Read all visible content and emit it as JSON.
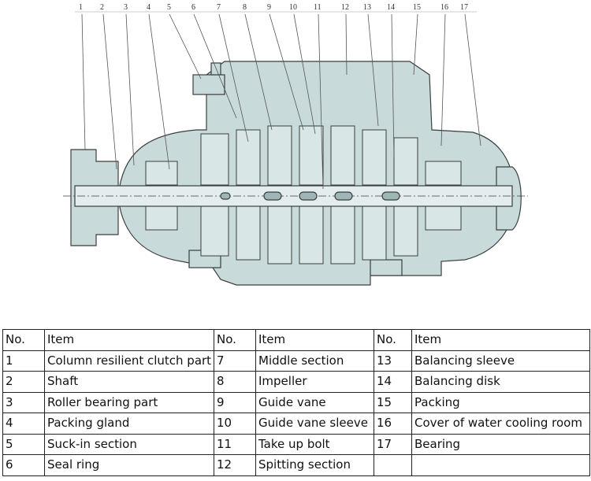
{
  "drawing": {
    "callouts": [
      "1",
      "2",
      "3",
      "4",
      "5",
      "6",
      "7",
      "8",
      "9",
      "10",
      "11",
      "12",
      "13",
      "14",
      "15",
      "16",
      "17"
    ],
    "colors": {
      "body": "#c9dadb",
      "line": "#3a3f3f",
      "background": "#ffffff"
    }
  },
  "table": {
    "headers": [
      "No.",
      "Item",
      "No.",
      "Item",
      "No.",
      "Item"
    ],
    "rows": [
      [
        "1",
        "Column resilient clutch part",
        "7",
        "Middle section",
        "13",
        "Balancing sleeve"
      ],
      [
        "2",
        "Shaft",
        "8",
        "Impeller",
        "14",
        "Balancing disk"
      ],
      [
        "3",
        "Roller bearing part",
        "9",
        "Guide vane",
        "15",
        "Packing"
      ],
      [
        "4",
        "Packing gland",
        "10",
        "Guide vane sleeve",
        "16",
        "Cover of water cooling room"
      ],
      [
        "5",
        "Suck-in section",
        "11",
        "Take up bolt",
        "17",
        "Bearing"
      ],
      [
        "6",
        "Seal ring",
        "12",
        "Spitting section",
        "",
        ""
      ]
    ]
  }
}
